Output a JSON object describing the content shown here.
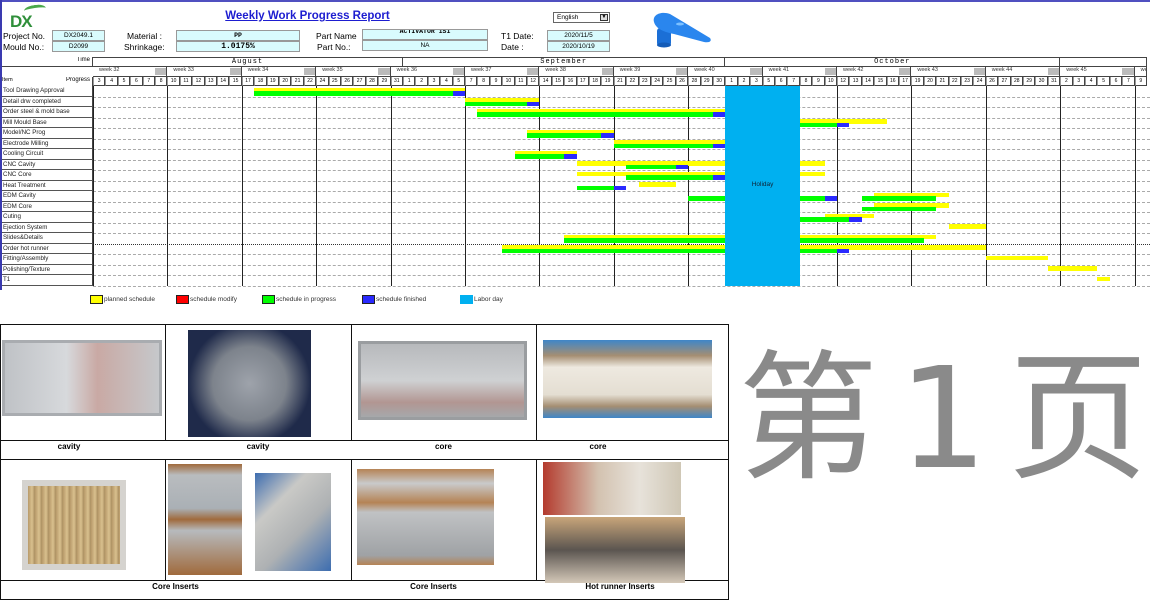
{
  "header": {
    "logo_text": "DX",
    "title": "Weekly Work Progress Report",
    "language": "English",
    "project_no_label": "Project No.",
    "project_no": "DX2049.1",
    "mould_no_label": "Mould No.:",
    "mould_no": "D2099",
    "material_label": "Material :",
    "material": "PP",
    "shrinkage_label": "Shrinkage:",
    "shrinkage": "1.0175%",
    "part_name_label": "Part Name",
    "part_name": "ACTIVATOR 1S1",
    "part_no_label": "Part No.:",
    "part_no": "NA",
    "t1_date_label": "T1 Date:",
    "t1_date": "2020/11/5",
    "date_label": "Date :",
    "date": "2020/10/19"
  },
  "gantt": {
    "time_label": "Time",
    "item_label": "Item",
    "progress_label": "Progress",
    "months": [
      "August",
      "September",
      "October",
      ""
    ],
    "weeks": [
      "week 32",
      "week 33",
      "week 34",
      "week 35",
      "week 36",
      "week 37",
      "week 38",
      "week 39",
      "week 40",
      "week 41",
      "week 42",
      "week 43",
      "week 44",
      "week 45",
      "week"
    ],
    "days": [
      3,
      4,
      5,
      6,
      7,
      8,
      10,
      11,
      12,
      13,
      14,
      15,
      17,
      18,
      19,
      20,
      21,
      22,
      24,
      25,
      26,
      27,
      28,
      29,
      31,
      1,
      2,
      3,
      4,
      5,
      7,
      8,
      9,
      10,
      11,
      12,
      14,
      15,
      16,
      17,
      18,
      19,
      21,
      22,
      23,
      24,
      25,
      26,
      28,
      29,
      30,
      1,
      2,
      3,
      5,
      6,
      7,
      8,
      9,
      10,
      12,
      13,
      14,
      15,
      16,
      17,
      19,
      20,
      21,
      22,
      23,
      24,
      26,
      27,
      28,
      29,
      30,
      31,
      2,
      3,
      4,
      5,
      6,
      7,
      9
    ],
    "holiday": {
      "label": "Holiday",
      "from": "10-01",
      "to": "10-07"
    },
    "tasks": [
      {
        "name": "Tool Drawing Approval",
        "planned": [
          [
            "08-18",
            "09-05"
          ]
        ],
        "progress": [
          [
            "08-18",
            "09-04"
          ]
        ],
        "finished": [
          [
            "09-05",
            "09-05"
          ]
        ]
      },
      {
        "name": "Detail drw completed",
        "planned": [
          [
            "09-07",
            "09-12"
          ]
        ],
        "progress": [
          [
            "09-07",
            "09-11"
          ]
        ],
        "finished": [
          [
            "09-12",
            "09-12"
          ]
        ]
      },
      {
        "name": "Order steel & mold base",
        "planned": [
          [
            "09-08",
            "09-30"
          ]
        ],
        "progress": [
          [
            "09-08",
            "09-29"
          ]
        ],
        "finished": [
          [
            "09-30",
            "09-30"
          ]
        ]
      },
      {
        "name": "Mill Mould Base",
        "planned": [
          [
            "10-08",
            "10-15"
          ]
        ],
        "progress": [
          [
            "10-08",
            "10-10"
          ]
        ],
        "finished": [
          [
            "10-12",
            "10-12"
          ]
        ]
      },
      {
        "name": "Model/NC  Prog",
        "planned": [
          [
            "09-12",
            "09-19"
          ]
        ],
        "progress": [
          [
            "09-12",
            "09-18"
          ]
        ],
        "finished": [
          [
            "09-19",
            "09-19"
          ]
        ]
      },
      {
        "name": "Electrode Milling",
        "planned": [
          [
            "09-21",
            "09-30"
          ]
        ],
        "progress": [
          [
            "09-21",
            "09-29"
          ]
        ],
        "finished": [
          [
            "09-30",
            "09-30"
          ]
        ]
      },
      {
        "name": "Cooling Circuit",
        "planned": [
          [
            "09-11",
            "09-16"
          ]
        ],
        "progress": [
          [
            "09-11",
            "09-15"
          ]
        ],
        "finished": [
          [
            "09-16",
            "09-16"
          ]
        ]
      },
      {
        "name": "CNC Cavity",
        "planned": [
          [
            "09-17",
            "09-30"
          ],
          [
            "10-08",
            "10-09"
          ]
        ],
        "progress": [
          [
            "09-22",
            "09-25"
          ]
        ],
        "finished": [
          [
            "09-26",
            "09-26"
          ]
        ]
      },
      {
        "name": "CNC Core",
        "planned": [
          [
            "09-17",
            "09-30"
          ],
          [
            "10-08",
            "10-09"
          ]
        ],
        "progress": [
          [
            "09-22",
            "09-29"
          ]
        ],
        "finished": [
          [
            "09-30",
            "09-30"
          ]
        ]
      },
      {
        "name": "Heat Treatment",
        "planned": [
          [
            "09-23",
            "09-25"
          ]
        ],
        "progress": [
          [
            "09-17",
            "09-19"
          ]
        ],
        "finished": [
          [
            "09-21",
            "09-21"
          ]
        ]
      },
      {
        "name": "EDM Cavity",
        "planned": [
          [
            "10-15",
            "10-21"
          ]
        ],
        "progress": [
          [
            "09-28",
            "09-30"
          ],
          [
            "10-08",
            "10-09"
          ],
          [
            "10-14",
            "10-20"
          ]
        ],
        "finished": [
          [
            "10-10",
            "10-10"
          ]
        ]
      },
      {
        "name": "EDM Core",
        "planned": [
          [
            "10-15",
            "10-21"
          ]
        ],
        "progress": [
          [
            "10-14",
            "10-20"
          ]
        ],
        "finished": []
      },
      {
        "name": "Cuting",
        "planned": [
          [
            "10-10",
            "10-14"
          ]
        ],
        "progress": [
          [
            "10-08",
            "10-12"
          ]
        ],
        "finished": [
          [
            "10-13",
            "10-13"
          ]
        ]
      },
      {
        "name": "Ejection System",
        "planned": [
          [
            "10-22",
            "10-24"
          ]
        ],
        "progress": [],
        "finished": []
      },
      {
        "name": "Slides&Details",
        "planned": [
          [
            "09-16",
            "09-30"
          ],
          [
            "10-08",
            "10-20"
          ]
        ],
        "progress": [
          [
            "09-16",
            "09-30"
          ],
          [
            "10-08",
            "10-19"
          ]
        ],
        "finished": []
      },
      {
        "name": "Order hot runner",
        "planned": [
          [
            "09-10",
            "09-30"
          ],
          [
            "10-08",
            "10-24"
          ]
        ],
        "progress": [
          [
            "09-10",
            "09-30"
          ],
          [
            "10-08",
            "10-10"
          ]
        ],
        "finished": [
          [
            "10-12",
            "10-12"
          ]
        ]
      },
      {
        "name": "Fitting/Assembly",
        "planned": [
          [
            "10-26",
            "10-30"
          ]
        ],
        "progress": [],
        "finished": []
      },
      {
        "name": "Polishing/Texture",
        "planned": [
          [
            "10-31",
            "11-04"
          ]
        ],
        "progress": [],
        "finished": []
      },
      {
        "name": "T1",
        "planned": [
          [
            "11-05",
            "11-05"
          ]
        ],
        "progress": [],
        "finished": []
      }
    ]
  },
  "legend": [
    {
      "label": "planned schedule",
      "color": "#ffff00"
    },
    {
      "label": "schedule modify",
      "color": "#ff0000"
    },
    {
      "label": "schedule in progress",
      "color": "#00ff00"
    },
    {
      "label": "schedule finished",
      "color": "#2a2aff"
    },
    {
      "label": "Labor day",
      "color": "#00b0f0"
    }
  ],
  "photos": {
    "top_captions": [
      "cavity",
      "cavity",
      "core",
      "core"
    ],
    "bottom_captions": [
      "Core Inserts",
      "Core Inserts",
      "Hot runner Inserts"
    ]
  },
  "watermark": "第 1 页"
}
